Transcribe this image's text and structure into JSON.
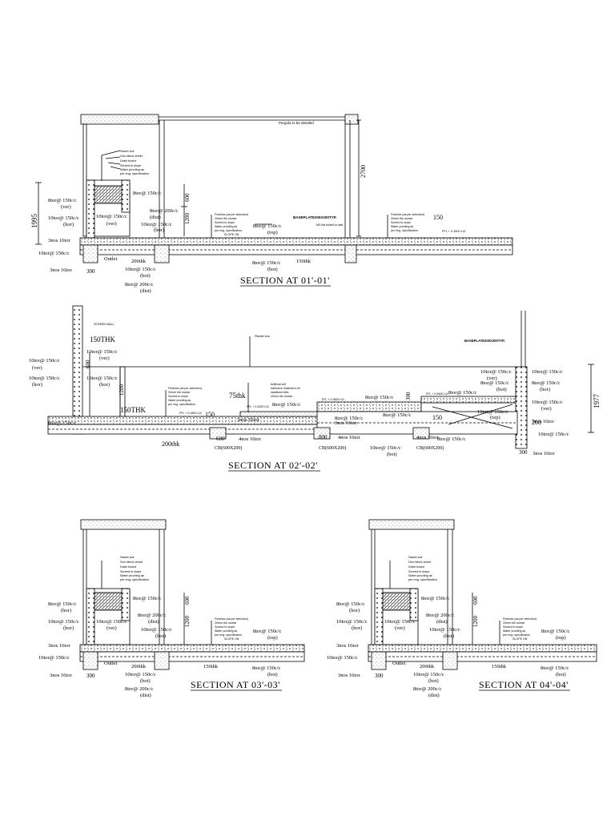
{
  "sections": [
    {
      "title": "SECTION AT 01'-01'"
    },
    {
      "title": "SECTION AT 02'-02'"
    },
    {
      "title": "SECTION AT 03'-03'"
    },
    {
      "title": "SECTION AT 04'-04'"
    }
  ],
  "s1": {
    "pergola_note": "Pergola to be detailed",
    "dim_2700": "2700",
    "dim_1995": "1995",
    "dim_600": "600",
    "dim_1200": "1200",
    "dim_150": "150",
    "dim_200": "200",
    "dim_300": "300",
    "planter_layers": [
      "Sweet soil",
      "Geo fabric sheet",
      "Drain board",
      "Screed to slope",
      "Water proofing as",
      "per eng. specification"
    ],
    "finish_layers_a": [
      "Finishes (as per selection)",
      "20mm thk mortar",
      "Screed to slope",
      "Water proofing as",
      "per eng. specification",
      "SLOPE ON"
    ],
    "finish_layers_b": [
      "Finishes (as per selection)",
      "20mm thk mortar",
      "Screed to slope",
      "Water proofing as",
      "per eng. specification"
    ],
    "basement_note": "BASEPLATE200X200TYP.",
    "ms_note": "MS flat bolted to wall",
    "ffl_note": "FFL + 0.1500 LVL",
    "rebar_8tor_150_ver": "8tor@ 150c/c",
    "ver": "(ver)",
    "hor": "(hor)",
    "top": "(top)",
    "bot": "(bot)",
    "dist": "(dist)",
    "rebar_8tor_150": "8tor@ 150c/c",
    "rebar_8tor_200": "8tor@ 200c/c",
    "rebar_10tor_150": "10tor@ 150c/c",
    "rebar_3nos_16tor": "3nos 16tor",
    "outlet": "Outlet",
    "thk_200": "200thk",
    "thk_150": "150thk"
  },
  "s2": {
    "screen_wall": "SCREEN WALL",
    "planter_box": "Planter box",
    "base_plate": "BASEPLATE200X200TYP.",
    "artificial_turf": [
      "Artificial turf",
      "Adhesive material to fix",
      "stabilized tiles",
      "20mm thk mortar"
    ],
    "finishes": [
      "Finishes (as per selection)",
      "20mm thk mortar",
      "Screed to slope",
      "Water proofing as",
      "per eng. specification"
    ],
    "ffl_a": "FFL + 0.1800 LVL",
    "ffl_b": "FFL + 0.3000 LVL",
    "ffl_c": "FFL + 0.3600 LVL",
    "ffl_d": "FFL + 0.5400 LVL",
    "thk_150": "150THK",
    "thk_75": "75thk",
    "thk_200": "200thk",
    "dim_150": "150",
    "dim_200": "200",
    "dim_1200": "1200",
    "dim_300": "300",
    "dim_600": "600",
    "dim_800": "800",
    "dim_1977": "1977",
    "cb1": "CB(600X200)",
    "cb2": "CB(600X200)",
    "cb3": "CB(600X200)",
    "nos4_16tor": "4nos 16tor",
    "nos3_16tor": "3nos 16tor"
  }
}
